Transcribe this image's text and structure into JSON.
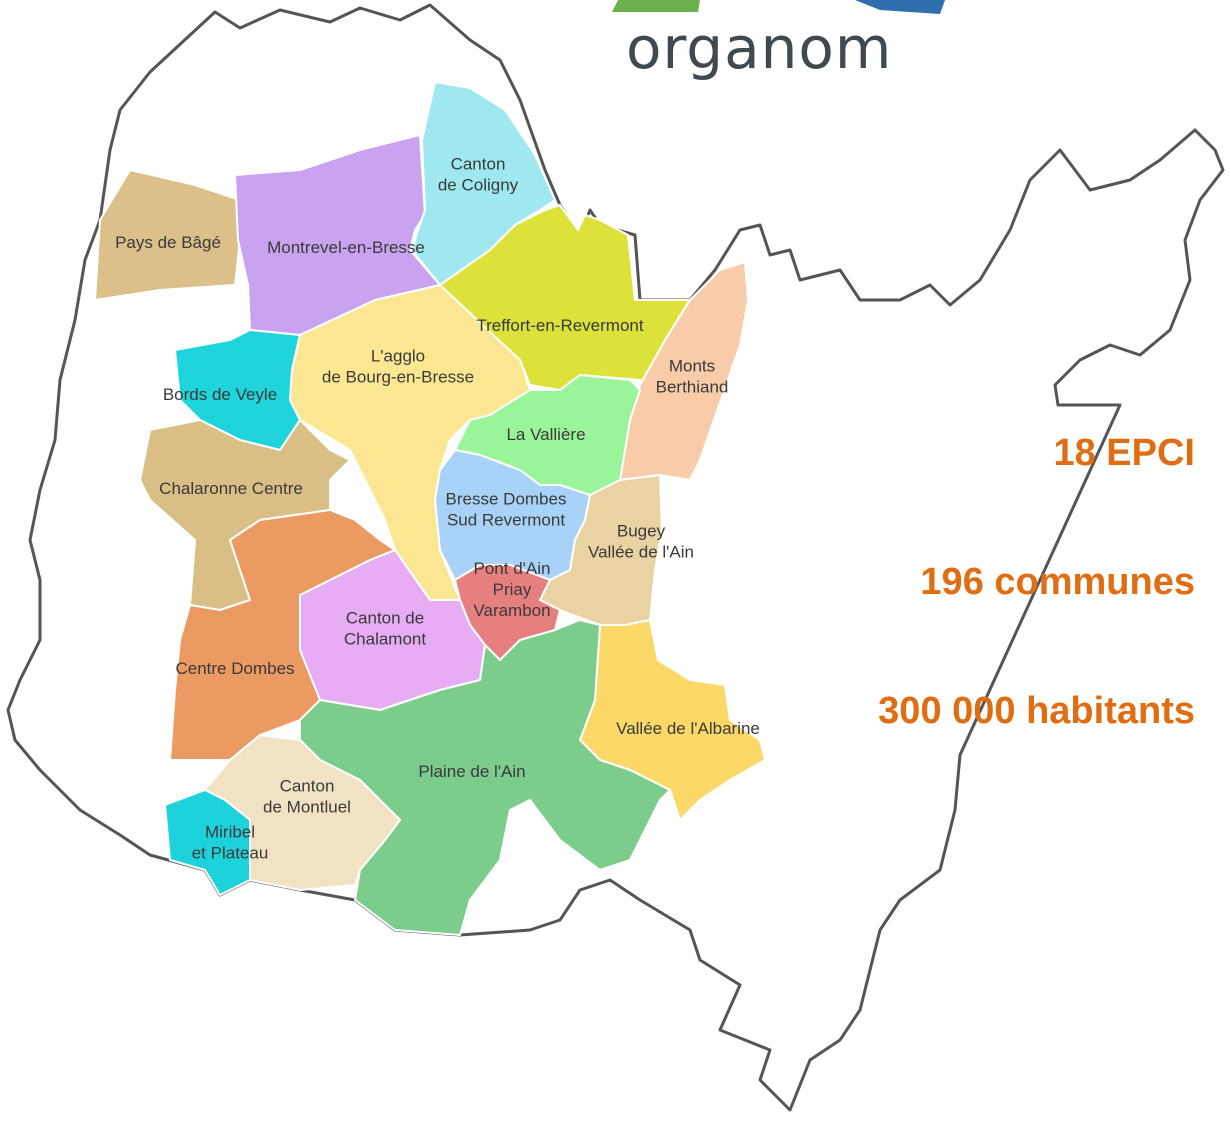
{
  "logo": {
    "text": "organom",
    "colors": {
      "green": "#6ab04c",
      "blue": "#2f6fb0",
      "text": "#3e4a4f"
    }
  },
  "stats": {
    "color": "#e06d12",
    "epci": "18 EPCI",
    "communes": "196 communes",
    "habitants": "300 000 habitants"
  },
  "regions": [
    {
      "key": "bage",
      "lines": [
        "Pays de Bâgé"
      ],
      "color": "#dcc08a"
    },
    {
      "key": "montrevel",
      "lines": [
        "Montrevel-en-Bresse"
      ],
      "color": "#c9a3f0"
    },
    {
      "key": "coligny",
      "lines": [
        "Canton",
        "de Coligny"
      ],
      "color": "#9fe8f0"
    },
    {
      "key": "treffort",
      "lines": [
        "Treffort-en-Revermont"
      ],
      "color": "#dde23a"
    },
    {
      "key": "berthiand",
      "lines": [
        "Monts",
        "Berthiand"
      ],
      "color": "#f8cca8"
    },
    {
      "key": "veyle",
      "lines": [
        "Bords de Veyle"
      ],
      "color": "#20d4dc"
    },
    {
      "key": "bourg",
      "lines": [
        "L'agglo",
        "de Bourg-en-Bresse"
      ],
      "color": "#fbe792"
    },
    {
      "key": "valliere",
      "lines": [
        "La Vallière"
      ],
      "color": "#9af49a"
    },
    {
      "key": "chalaronne",
      "lines": [
        "Chalaronne Centre"
      ],
      "color": "#d9bf85"
    },
    {
      "key": "bresse_dombes",
      "lines": [
        "Bresse Dombes",
        "Sud Revermont"
      ],
      "color": "#a8d2f8"
    },
    {
      "key": "bugey",
      "lines": [
        "Bugey",
        "Vallée de l'Ain"
      ],
      "color": "#ead3a3"
    },
    {
      "key": "pontdain",
      "lines": [
        "Pont d'Ain",
        "Priay",
        "Varambon"
      ],
      "color": "#e68080"
    },
    {
      "key": "chalamont",
      "lines": [
        "Canton de",
        "Chalamont"
      ],
      "color": "#e7acf3"
    },
    {
      "key": "centre_dombes",
      "lines": [
        "Centre Dombes"
      ],
      "color": "#eb9a62"
    },
    {
      "key": "albarine",
      "lines": [
        "Vallée de l'Albarine"
      ],
      "color": "#fcd868"
    },
    {
      "key": "plaine",
      "lines": [
        "Plaine de l'Ain"
      ],
      "color": "#7ccd8c"
    },
    {
      "key": "montluel",
      "lines": [
        "Canton",
        "de Montluel"
      ],
      "color": "#f2e2c4"
    },
    {
      "key": "miribel",
      "lines": [
        "Miribel",
        "et Plateau"
      ],
      "color": "#1ed2dc"
    }
  ]
}
